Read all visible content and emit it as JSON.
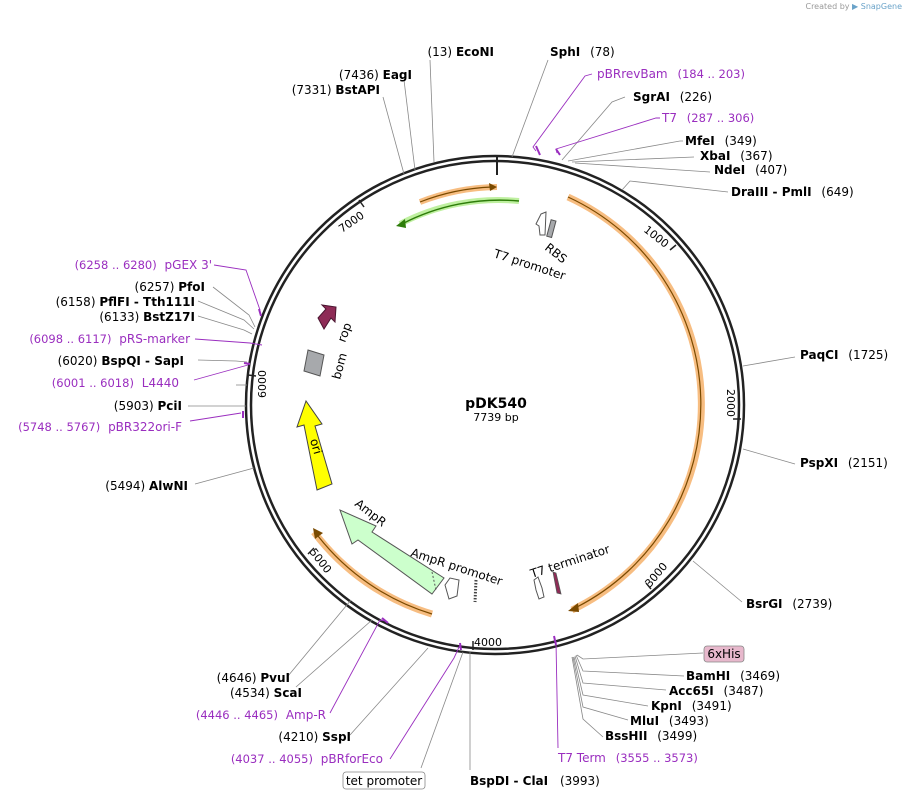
{
  "credit": {
    "text": "Created by",
    "brand": "SnapGene"
  },
  "plasmid": {
    "name": "pDK540",
    "size": "7739 bp"
  },
  "sites_left": [
    {
      "pos": "(13)",
      "name": "EcoNI"
    },
    {
      "pos": "(7436)",
      "name": "EagI"
    },
    {
      "pos": "(7331)",
      "name": "BstAPI"
    },
    {
      "pos": "(6257)",
      "name": "PfoI"
    },
    {
      "pos": "(6158)",
      "name": "PflFI - Tth111I"
    },
    {
      "pos": "(6133)",
      "name": "BstZ17I"
    },
    {
      "pos": "(6020)",
      "name": "BspQI - SapI"
    },
    {
      "pos": "(5903)",
      "name": "PciI"
    },
    {
      "pos": "(5494)",
      "name": "AlwNI"
    },
    {
      "pos": "(4646)",
      "name": "PvuI"
    },
    {
      "pos": "(4534)",
      "name": "ScaI"
    },
    {
      "pos": "(4210)",
      "name": "SspI"
    }
  ],
  "sites_right": [
    {
      "name": "SphI",
      "pos": "(78)"
    },
    {
      "name": "SgrAI",
      "pos": "(226)"
    },
    {
      "name": "MfeI",
      "pos": "(349)"
    },
    {
      "name": "XbaI",
      "pos": "(367)"
    },
    {
      "name": "NdeI",
      "pos": "(407)"
    },
    {
      "name": "DraIII - PmlI",
      "pos": "(649)"
    },
    {
      "name": "PaqCI",
      "pos": "(1725)"
    },
    {
      "name": "PspXI",
      "pos": "(2151)"
    },
    {
      "name": "BsrGI",
      "pos": "(2739)"
    },
    {
      "name": "BamHI",
      "pos": "(3469)"
    },
    {
      "name": "Acc65I",
      "pos": "(3487)"
    },
    {
      "name": "KpnI",
      "pos": "(3491)"
    },
    {
      "name": "MluI",
      "pos": "(3493)"
    },
    {
      "name": "BssHII",
      "pos": "(3499)"
    },
    {
      "name": "BspDI - ClaI",
      "pos": "(3993)"
    }
  ],
  "primers": [
    {
      "name": "pBRrevBam",
      "range": "(184 .. 203)"
    },
    {
      "name": "T7",
      "range": "(287 .. 306)"
    },
    {
      "name": "pGEX 3'",
      "range": "(6258 .. 6280)"
    },
    {
      "name": "pRS-marker",
      "range": "(6098 .. 6117)"
    },
    {
      "name": "L4440",
      "range": "(6001 .. 6018)"
    },
    {
      "name": "pBR322ori-F",
      "range": "(5748 .. 5767)"
    },
    {
      "name": "Amp-R",
      "range": "(4446 .. 4465)"
    },
    {
      "name": "pBRforEco",
      "range": "(4037 .. 4055)"
    },
    {
      "name": "T7 Term",
      "range": "(3555 .. 3573)"
    }
  ],
  "boxed_labels": {
    "his": "6xHis",
    "tet": "tet promoter"
  },
  "ticks": [
    "1000",
    "2000",
    "3000",
    "4000",
    "5000",
    "6000",
    "7000"
  ],
  "features": {
    "t7_promoter": "T7 promoter",
    "rbs": "RBS",
    "rop": "rop",
    "bom": "bom",
    "ori": "ori",
    "ampr": "AmpR",
    "ampr_promoter": "AmpR promoter",
    "t7_terminator": "T7 terminator"
  },
  "colors": {
    "orange": "#f6b26b",
    "green": "#5aa02c",
    "ampr": "#ccffcc",
    "ori": "#ffff00",
    "rop": "#8e2b56",
    "bom": "#a7a9ac",
    "primer": "#9a2ebf",
    "his_box": "#e7b8cc"
  }
}
